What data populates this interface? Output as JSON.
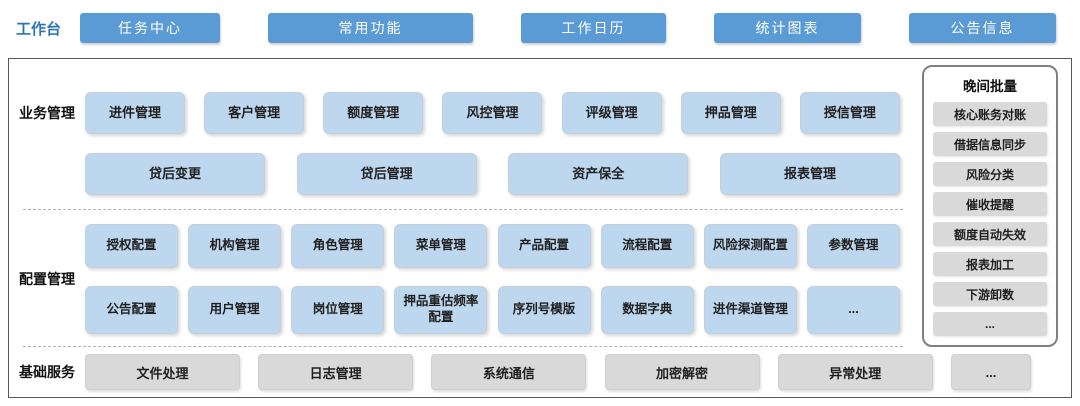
{
  "workbench": {
    "label": "工作台",
    "tabs": [
      "任务中心",
      "常用功能",
      "工作日历",
      "统计图表",
      "公告信息"
    ]
  },
  "business": {
    "label": "业务管理",
    "row1": [
      "进件管理",
      "客户管理",
      "额度管理",
      "风控管理",
      "评级管理",
      "押品管理",
      "授信管理"
    ],
    "row2": [
      "贷后变更",
      "贷后管理",
      "资产保全",
      "报表管理"
    ]
  },
  "config": {
    "label": "配置管理",
    "row1": [
      "授权配置",
      "机构管理",
      "角色管理",
      "菜单管理",
      "产品配置",
      "流程配置",
      "风险探测配置",
      "参数管理"
    ],
    "row2": [
      "公告配置",
      "用户管理",
      "岗位管理",
      "押品重估频率配置",
      "序列号模版",
      "数据字典",
      "进件渠道管理",
      "..."
    ]
  },
  "base": {
    "label": "基础服务",
    "items": [
      "文件处理",
      "日志管理",
      "系统通信",
      "加密解密",
      "异常处理",
      "..."
    ]
  },
  "night_batch": {
    "label": "晚间批量",
    "items": [
      "核心账务对账",
      "借据信息同步",
      "风险分类",
      "催收提醒",
      "额度自动失效",
      "报表加工",
      "下游卸数",
      "..."
    ]
  },
  "colors": {
    "tab_blue": "#5B9BD5",
    "module_blue": "#BDD7EE",
    "service_gray": "#D9D9D9",
    "workbench_label_blue": "#2E75B6"
  }
}
